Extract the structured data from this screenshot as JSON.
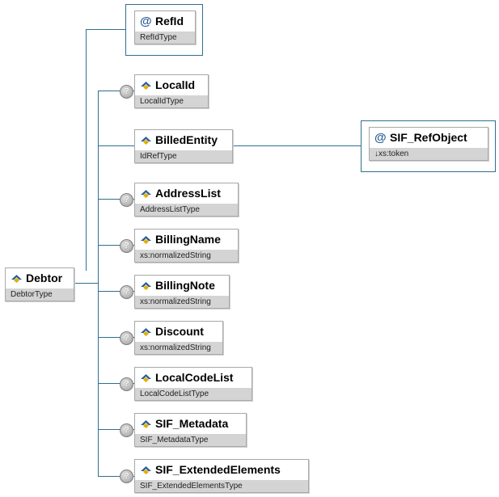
{
  "diagram": {
    "root": {
      "name": "Debtor",
      "type": "DebtorType",
      "icon": "element-icon"
    },
    "attribute": {
      "name": "RefId",
      "type": "RefIdType",
      "icon": "attribute-icon"
    },
    "billed_entity_attr": {
      "name": "SIF_RefObject",
      "type": "↓xs:token",
      "icon": "attribute-icon"
    },
    "children": [
      {
        "name": "LocalId",
        "type": "LocalIdType",
        "optional": true
      },
      {
        "name": "BilledEntity",
        "type": "IdRefType",
        "optional": false
      },
      {
        "name": "AddressList",
        "type": "AddressListType",
        "optional": true
      },
      {
        "name": "BillingName",
        "type": "xs:normalizedString",
        "optional": true
      },
      {
        "name": "BillingNote",
        "type": "xs:normalizedString",
        "optional": true
      },
      {
        "name": "Discount",
        "type": "xs:normalizedString",
        "optional": true
      },
      {
        "name": "LocalCodeList",
        "type": "LocalCodeListType",
        "optional": true
      },
      {
        "name": "SIF_Metadata",
        "type": "SIF_MetadataType",
        "optional": true
      },
      {
        "name": "SIF_ExtendedElements",
        "type": "SIF_ExtendedElementsType",
        "optional": true
      }
    ],
    "optional_icon_label": "?",
    "colors": {
      "connector": "#2f6f8f",
      "type_band": "#d4d4d4",
      "frame": "#2f6f8f",
      "icon_blue": "#2c5d9a",
      "icon_gold": "#e0b000"
    }
  }
}
